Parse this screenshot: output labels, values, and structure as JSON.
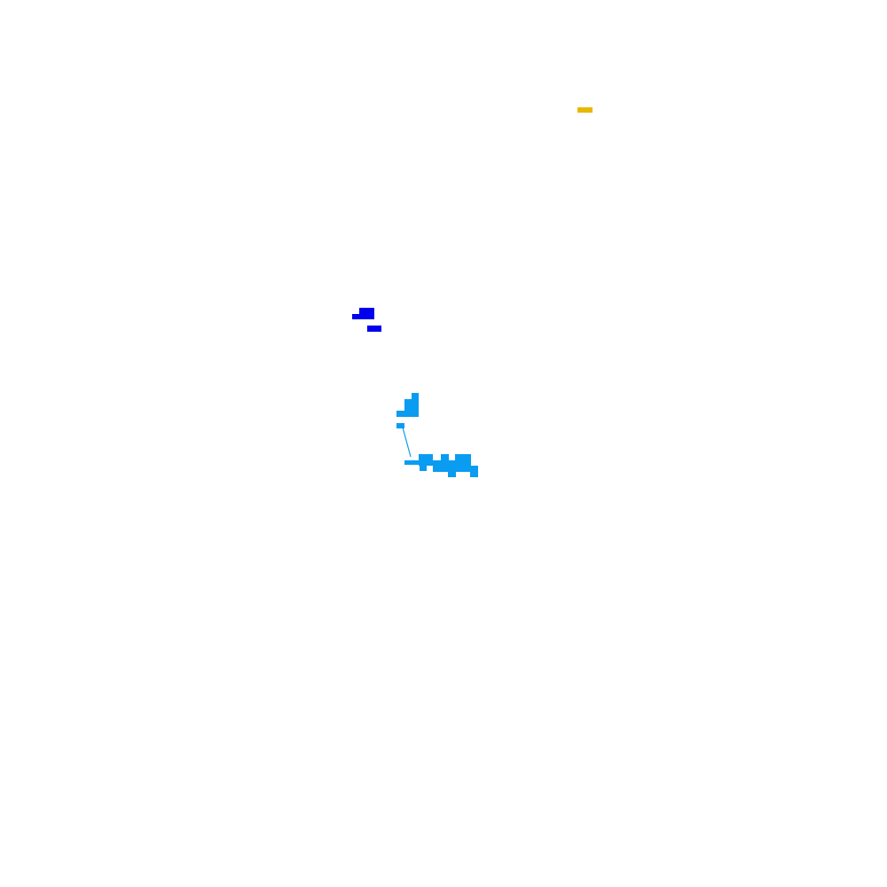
{
  "colors": {
    "background": "#ffffff",
    "yellow": "#e8b800",
    "blue": "#0000ee",
    "light_blue": "#0a9cf0"
  },
  "fragments": [
    {
      "name": "yellow-fragment",
      "color_key": "yellow"
    },
    {
      "name": "blue-fragment",
      "color_key": "blue"
    },
    {
      "name": "light-blue-fragment",
      "color_key": "light_blue"
    }
  ]
}
